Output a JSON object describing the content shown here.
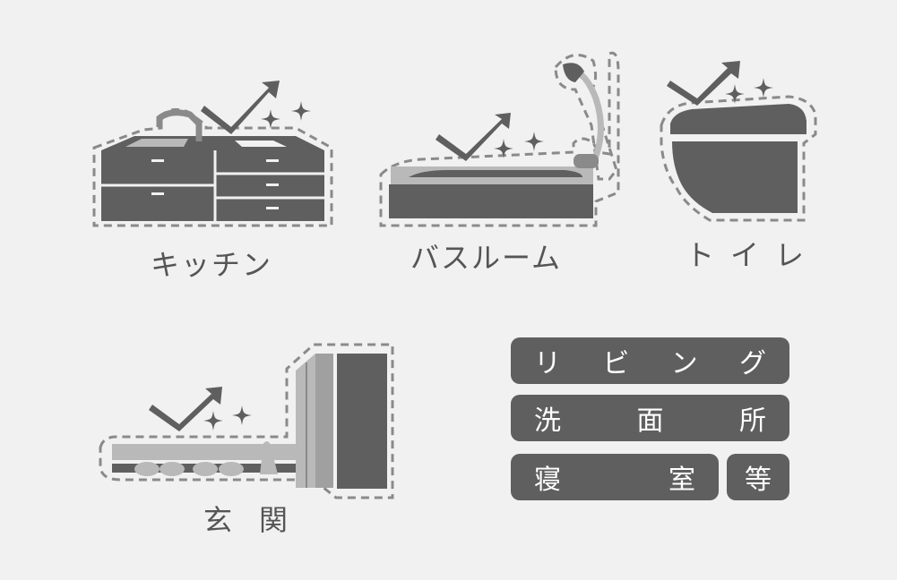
{
  "labels": {
    "kitchen": "キッチン",
    "bathroom": "バスルーム",
    "toilet": "トイレ",
    "entrance": "玄関"
  },
  "pills": {
    "living": [
      "リ",
      "ビ",
      "ン",
      "グ"
    ],
    "washroom": [
      "洗",
      "面",
      "所"
    ],
    "bedroom": [
      "寝",
      "室"
    ],
    "etc": "等"
  },
  "colors": {
    "background": "#f1f1f1",
    "dark": "#5f5f5f",
    "light": "#b9b9b9",
    "dash": "#8a8a8a"
  }
}
